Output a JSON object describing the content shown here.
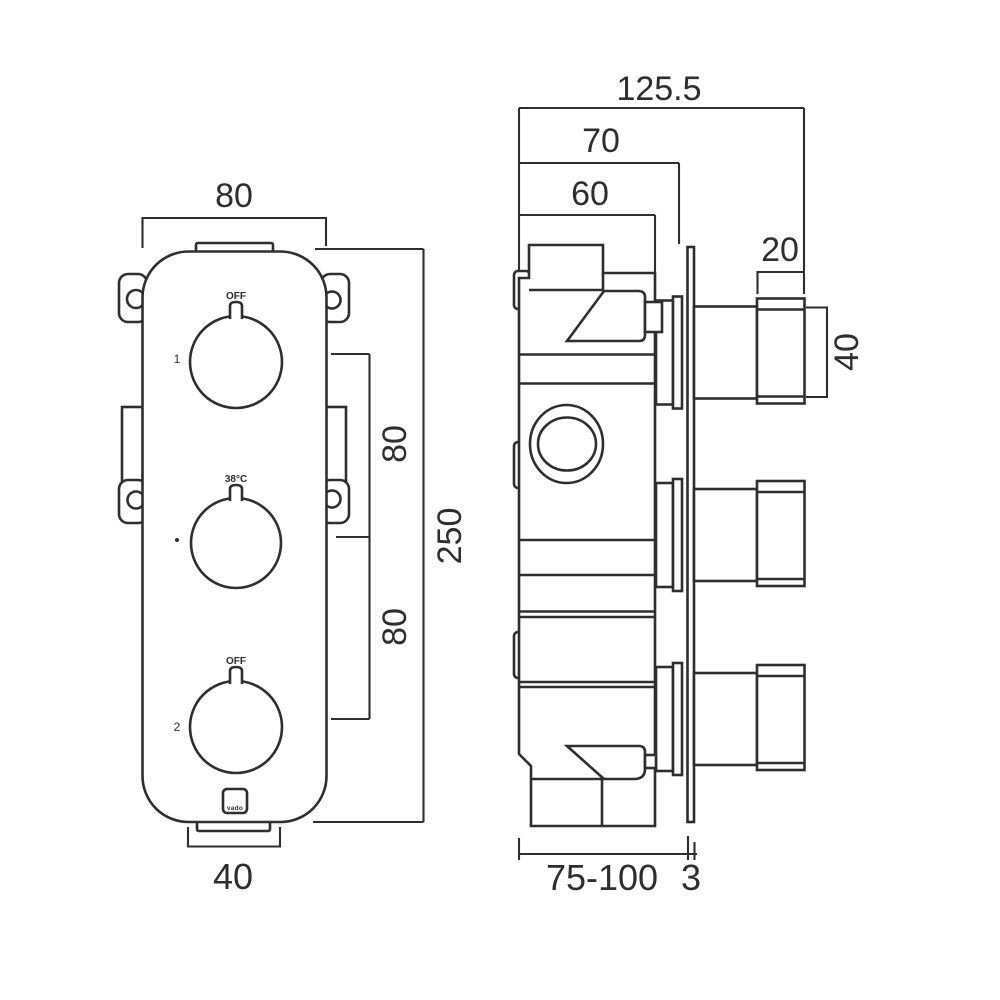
{
  "drawing": {
    "front_view": {
      "dim_plate_width": "80",
      "dim_plate_height": "250",
      "dim_knob_pitch_upper": "80",
      "dim_knob_pitch_lower": "80",
      "dim_bottom_tab": "40",
      "knob1": {
        "position_label": "OFF",
        "index_label": "1"
      },
      "knob2": {
        "temp_label": "38°C"
      },
      "knob3": {
        "position_label": "OFF",
        "index_label": "2"
      },
      "logo_text": "vado"
    },
    "side_view": {
      "dim_overall_depth": "125.5",
      "dim_flange_depth": "70",
      "dim_body_depth": "60",
      "dim_handle_depth": "20",
      "dim_handle_height": "40",
      "dim_wall_range": "75-100",
      "dim_plate_thickness": "3"
    },
    "colors": {
      "line": "#2e2e2e",
      "background": "#ffffff"
    }
  }
}
